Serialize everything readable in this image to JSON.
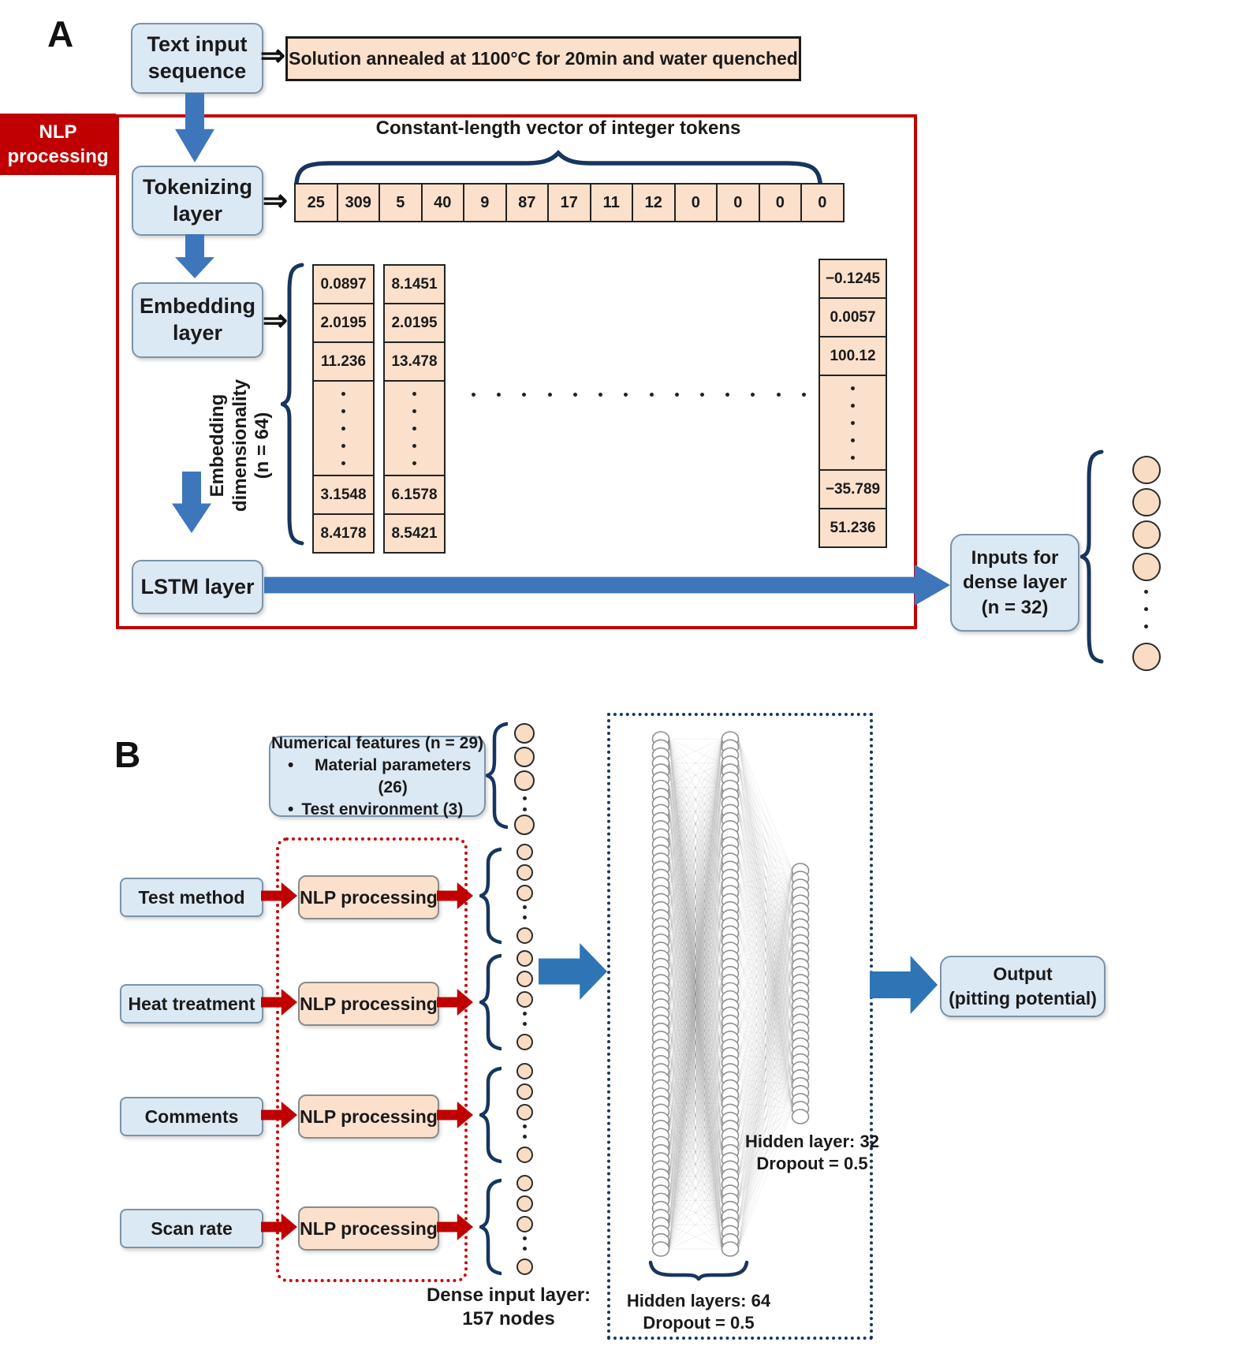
{
  "panel_a": {
    "label": "A",
    "arrow_glyph": "⇒",
    "text_input": {
      "line1": "Text input",
      "line2": "sequence"
    },
    "solution_text": "Solution annealed at 1100°C for 20min and water quenched",
    "nlp_tab": {
      "line1": "NLP",
      "line2": "processing"
    },
    "tokenizing": {
      "line1": "Tokenizing",
      "line2": "layer"
    },
    "token_header": "Constant-length vector of integer tokens",
    "tokens": [
      "25",
      "309",
      "5",
      "40",
      "9",
      "87",
      "17",
      "11",
      "12",
      "0",
      "0",
      "0",
      "0"
    ],
    "embedding": {
      "line1": "Embedding",
      "line2": "layer"
    },
    "embedding_dim": {
      "line1": "Embedding dimensionality",
      "line2": "(n = 64)"
    },
    "embed_col1": {
      "v1": "0.0897",
      "v2": "2.0195",
      "v3": "11.236",
      "v4": "3.1548",
      "v5": "8.4178"
    },
    "embed_col2": {
      "v1": "8.1451",
      "v2": "2.0195",
      "v3": "13.478",
      "v4": "6.1578",
      "v5": "8.5421"
    },
    "embed_col3": {
      "v1": "−0.1245",
      "v2": "0.0057",
      "v3": "100.12",
      "v4": "−35.789",
      "v5": "51.236"
    },
    "lstm_label": "LSTM layer",
    "inputs_box": {
      "line1": "Inputs for",
      "line2": "dense layer",
      "line3": "(n = 32)"
    }
  },
  "panel_b": {
    "label": "B",
    "bullet_glyph": "•",
    "numerical_box": {
      "title": "Numerical features (n = 29)",
      "bullet1": "Material parameters (26)",
      "bullet2": "Test environment (3)"
    },
    "rows": [
      {
        "label": "Test method",
        "nlp": "NLP processing"
      },
      {
        "label": "Heat treatment",
        "nlp": "NLP processing"
      },
      {
        "label": "Comments",
        "nlp": "NLP processing"
      },
      {
        "label": "Scan rate",
        "nlp": "NLP processing"
      }
    ],
    "dense_label": {
      "line1": "Dense input layer:",
      "line2": "157 nodes"
    },
    "hidden32": {
      "line1": "Hidden layer: 32",
      "line2": "Dropout = 0.5"
    },
    "hidden64": {
      "line1": "Hidden layers: 64",
      "line2": "Dropout = 0.5"
    },
    "output_box": {
      "line1": "Output",
      "line2": "(pitting potential)"
    }
  },
  "colors": {
    "red": "#C00000",
    "blue_arrow": "#3E76BC",
    "navy_brace": "#17365D",
    "box_blue_fill": "#DBE9F5",
    "peach_fill": "#FBE0CB",
    "node_fill": "#F8DCC4"
  }
}
